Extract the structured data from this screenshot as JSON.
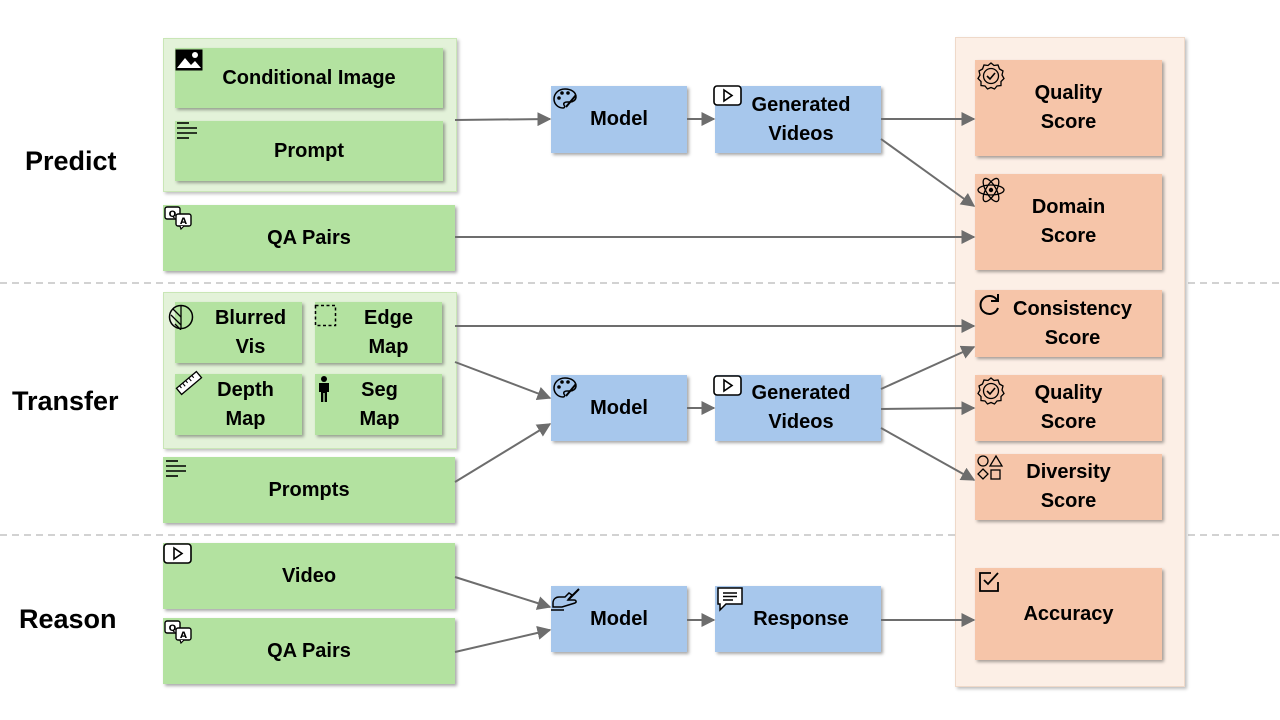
{
  "rows": {
    "predict": "Predict",
    "transfer": "Transfer",
    "reason": "Reason"
  },
  "predict": {
    "conditional_image": "Conditional Image",
    "prompt": "Prompt",
    "qa_pairs": "QA Pairs",
    "model": "Model",
    "generated_videos": "Generated\nVideos",
    "quality_score": "Quality\nScore",
    "domain_score": "Domain\nScore"
  },
  "transfer": {
    "blurred_vis": "Blurred\nVis",
    "edge_map": "Edge\nMap",
    "depth_map": "Depth\nMap",
    "seg_map": "Seg\nMap",
    "prompts": "Prompts",
    "model": "Model",
    "generated_videos": "Generated\nVideos",
    "consistency_score": "Consistency\nScore",
    "quality_score": "Quality\nScore",
    "diversity_score": "Diversity\nScore"
  },
  "reason": {
    "video": "Video",
    "qa_pairs": "QA Pairs",
    "model": "Model",
    "response": "Response",
    "accuracy": "Accuracy"
  },
  "colors": {
    "input_green": "#b3e2a0",
    "model_blue": "#a7c7ec",
    "score_orange": "#f6c5a9",
    "arrow_gray": "#6d6d6d"
  },
  "icons": [
    "image-icon",
    "text-lines-icon",
    "qa-chat-icon",
    "palette-icon",
    "play-icon",
    "badge-check-icon",
    "atom-icon",
    "blur-icon",
    "edge-icon",
    "ruler-icon",
    "person-icon",
    "refresh-icon",
    "shapes-icon",
    "writing-hand-icon",
    "message-icon",
    "checkbox-icon"
  ]
}
